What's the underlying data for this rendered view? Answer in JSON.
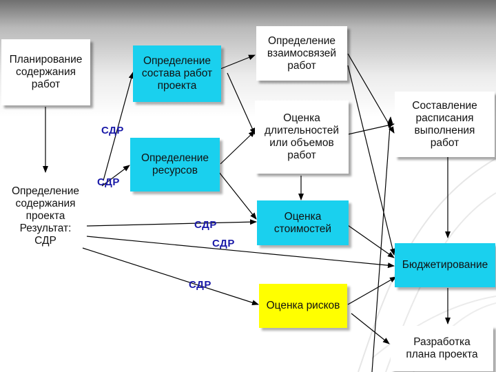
{
  "boxes": {
    "planning": "Планирование\nсодержания\nработ",
    "composition": "Определение\nсостава работ\nпроекта",
    "relationships": "Определение\nвзаимосвязей\nработ",
    "durations": "Оценка\nдлительностей\nили объемов\nработ",
    "schedule": "Составление\nрасписания\nвыполнения\nработ",
    "resources": "Определение\nресурсов",
    "scope_definition": "Определение\nсодержания\nпроекта\nРезультат:\nСДР",
    "costs": "Оценка\nстоимостей",
    "budgeting": "Бюджетирование",
    "risks": "Оценка рисков",
    "plan": "Разработка\nплана проекта"
  },
  "labels": {
    "sdr1": "СДР",
    "sdr2": "СДР",
    "sdr3": "СДР",
    "sdr4": "СДР",
    "sdr5": "СДР"
  },
  "colors": {
    "process_highlight": "#1ad0ee",
    "risk_highlight": "#ffff00",
    "label_color": "#1a1aa8",
    "arrow_color": "#000000"
  }
}
